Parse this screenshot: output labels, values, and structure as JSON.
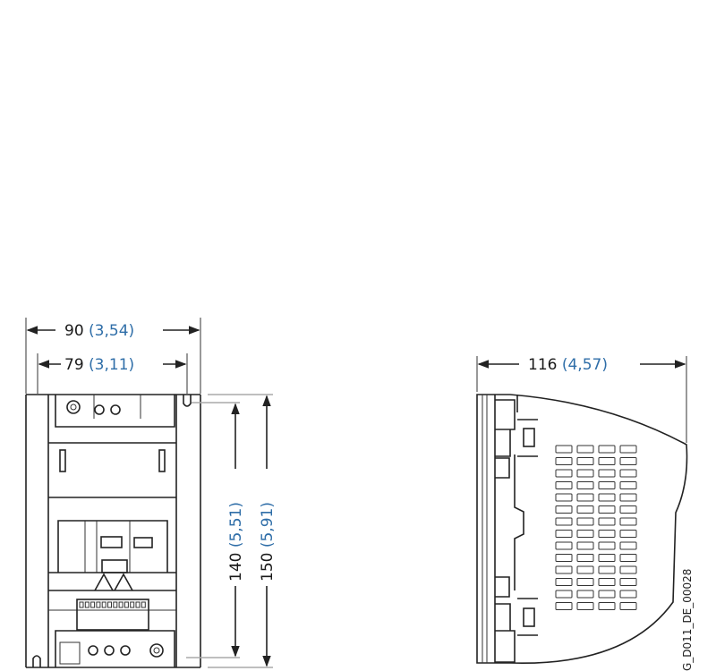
{
  "front_view": {
    "width_outer": {
      "mm": "90",
      "inch": "(3,54)"
    },
    "width_inner": {
      "mm": "79",
      "inch": "(3,11)"
    },
    "height_inner": {
      "mm": "140",
      "inch": "(5,51)"
    },
    "height_outer": {
      "mm": "150",
      "inch": "(5,91)"
    }
  },
  "side_view": {
    "depth": {
      "mm": "116",
      "inch": "(4,57)"
    },
    "vent_columns": 4,
    "vent_rows": 14
  },
  "drawing_code": "G_D011_DE_00028",
  "colors": {
    "line": "#222222",
    "inch_text": "#2f6ea8"
  }
}
